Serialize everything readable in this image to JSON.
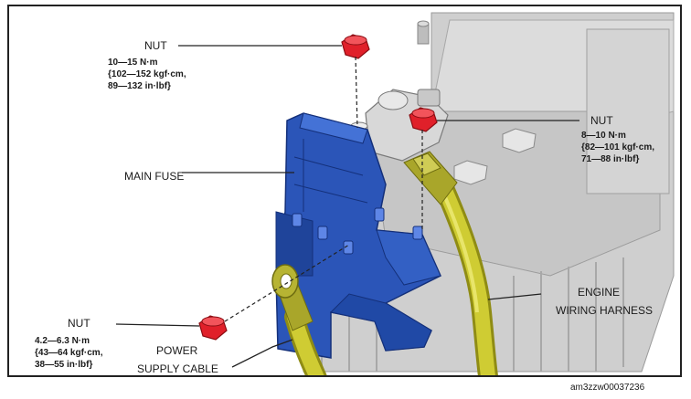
{
  "labels": {
    "nut_top": {
      "title": "NUT",
      "lines": [
        "10—15 N·m",
        "{102—152 kgf·cm,",
        "89—132 in·lbf}"
      ]
    },
    "nut_right": {
      "title": "NUT",
      "lines": [
        "8—10 N·m",
        "{82—101 kgf·cm,",
        "71—88 in·lbf}"
      ]
    },
    "nut_bottom": {
      "title": "NUT",
      "lines": [
        "4.2—6.3 N·m",
        "{43—64 kgf·cm,",
        "38—55 in·lbf}"
      ]
    },
    "main_fuse": "MAIN FUSE",
    "engine_harness": [
      "ENGINE",
      "WIRING HARNESS"
    ],
    "power_cable": [
      "POWER",
      "SUPPLY CABLE"
    ]
  },
  "reference_code": "am3zzw00037236",
  "colors": {
    "fuse_blue": "#2b55b8",
    "nut_red": "#e0202a",
    "cable_yellow": "#c9c62a",
    "battery_gray": "#c8c8c8"
  }
}
